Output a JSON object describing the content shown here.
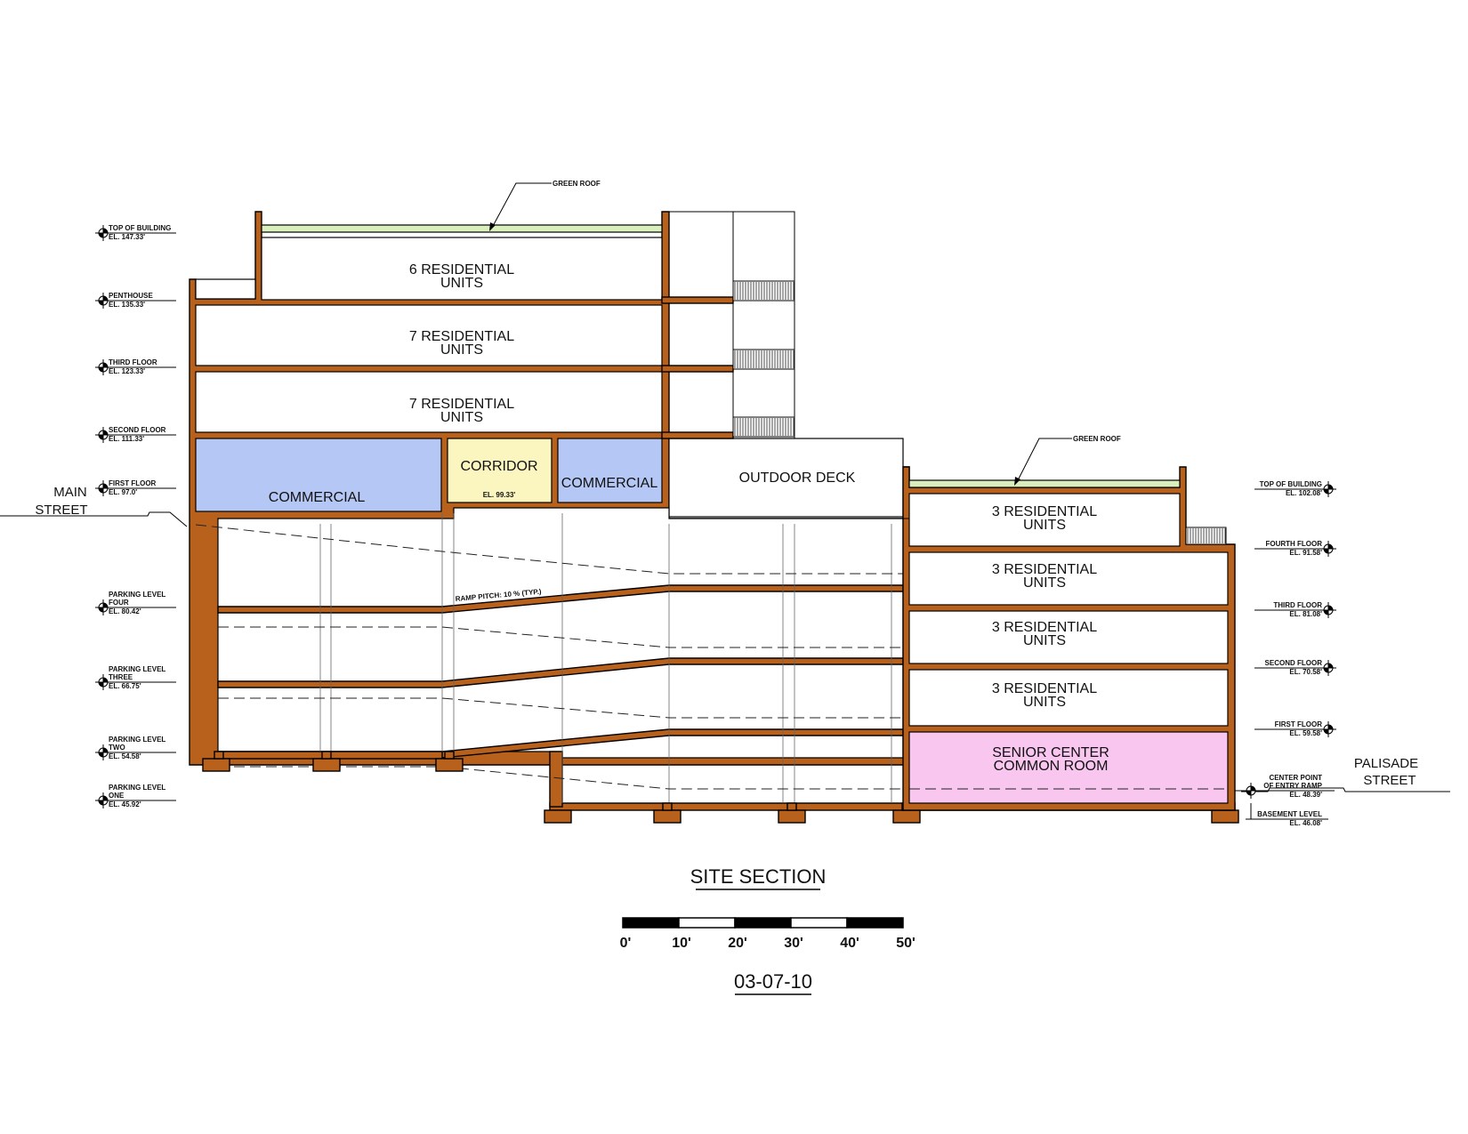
{
  "colors": {
    "structure": "#b8611c",
    "commercial": "#b5c7f5",
    "corridor": "#fbf6bf",
    "senior_center": "#f8c6ef",
    "green_roof": "#d9efbc",
    "room": "#ffffff"
  },
  "annotations": {
    "green_roof_main": "GREEN ROOF",
    "green_roof_east": "GREEN ROOF",
    "ramp_pitch": "RAMP PITCH: 10 % (TYP.)",
    "corridor_elevation": "EL. 99.33'"
  },
  "streets": {
    "main": [
      "MAIN",
      "STREET"
    ],
    "palisade": [
      "PALISADE",
      "STREET"
    ]
  },
  "spaces": {
    "main_penthouse": [
      "6 RESIDENTIAL",
      "UNITS"
    ],
    "main_third": [
      "7 RESIDENTIAL",
      "UNITS"
    ],
    "main_second": [
      "7 RESIDENTIAL",
      "UNITS"
    ],
    "commercial_west": "COMMERCIAL",
    "corridor": "CORRIDOR",
    "commercial_east": "COMMERCIAL",
    "outdoor_deck": "OUTDOOR DECK",
    "east_fourth": [
      "3 RESIDENTIAL",
      "UNITS"
    ],
    "east_third": [
      "3 RESIDENTIAL",
      "UNITS"
    ],
    "east_second": [
      "3 RESIDENTIAL",
      "UNITS"
    ],
    "east_first": [
      "3 RESIDENTIAL",
      "UNITS"
    ],
    "senior_center": [
      "SENIOR CENTER",
      "COMMON ROOM"
    ]
  },
  "left_levels": [
    {
      "name": [
        "TOP OF BUILDING"
      ],
      "elevation": "EL. 147.33'"
    },
    {
      "name": [
        "PENTHOUSE"
      ],
      "elevation": "EL. 135.33'"
    },
    {
      "name": [
        "THIRD FLOOR"
      ],
      "elevation": "EL. 123.33'"
    },
    {
      "name": [
        "SECOND FLOOR"
      ],
      "elevation": "EL. 111.33'"
    },
    {
      "name": [
        "FIRST FLOOR"
      ],
      "elevation": "EL. 97.0'"
    },
    {
      "name": [
        "PARKING LEVEL",
        "FOUR"
      ],
      "elevation": "EL. 80.42'"
    },
    {
      "name": [
        "PARKING LEVEL",
        "THREE"
      ],
      "elevation": "EL. 66.75'"
    },
    {
      "name": [
        "PARKING LEVEL",
        "TWO"
      ],
      "elevation": "EL. 54.58'"
    },
    {
      "name": [
        "PARKING LEVEL",
        "ONE"
      ],
      "elevation": "EL. 45.92'"
    }
  ],
  "right_levels": [
    {
      "name": [
        "TOP OF BUILDING"
      ],
      "elevation": "EL. 102.08'"
    },
    {
      "name": [
        "FOURTH FLOOR"
      ],
      "elevation": "EL. 91.58'"
    },
    {
      "name": [
        "THIRD FLOOR"
      ],
      "elevation": "EL. 81.08'"
    },
    {
      "name": [
        "SECOND FLOOR"
      ],
      "elevation": "EL. 70.58'"
    },
    {
      "name": [
        "FIRST FLOOR"
      ],
      "elevation": "EL. 59.58'"
    },
    {
      "name": [
        "CENTER POINT",
        "OF ENTRY RAMP"
      ],
      "elevation": "EL. 48.39'"
    },
    {
      "name": [
        "BASEMENT LEVEL"
      ],
      "elevation": "EL. 46.08'"
    }
  ],
  "drawing": {
    "title": "SITE SECTION",
    "scale_labels": [
      "0'",
      "10'",
      "20'",
      "30'",
      "40'",
      "50'"
    ],
    "date": "03-07-10"
  }
}
